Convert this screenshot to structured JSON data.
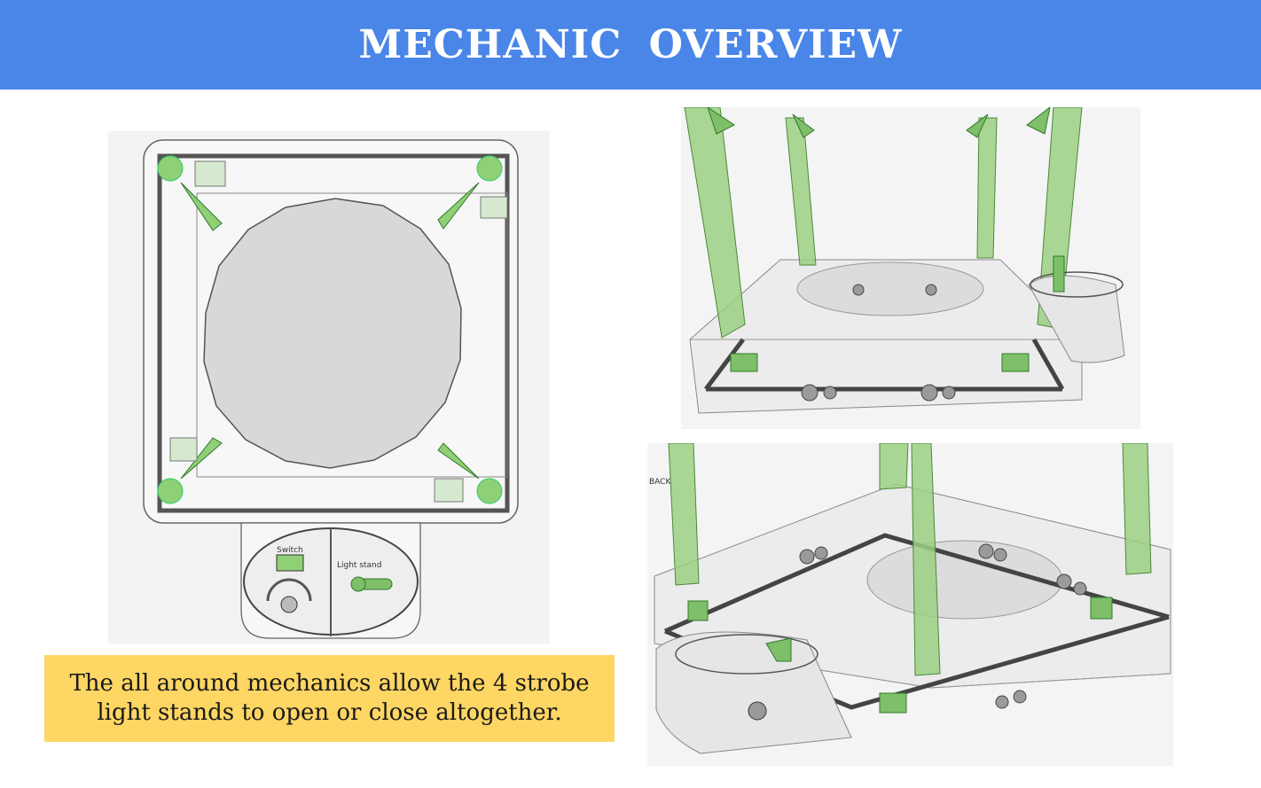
{
  "header": {
    "title": "MECHANIC  OVERVIEW",
    "color": "#4a86e8"
  },
  "figures": {
    "top_view": {
      "switch_label": "Switch",
      "stand_label": "Light stand"
    },
    "side_view_back_label": "BACK"
  },
  "caption": {
    "text": "The all around mechanics allow the 4 strobe light stands to open or close altogether.",
    "color": "#fdd663"
  },
  "colors": {
    "green": "#7fbf6a",
    "frame": "#555555",
    "rod": "#444444"
  }
}
